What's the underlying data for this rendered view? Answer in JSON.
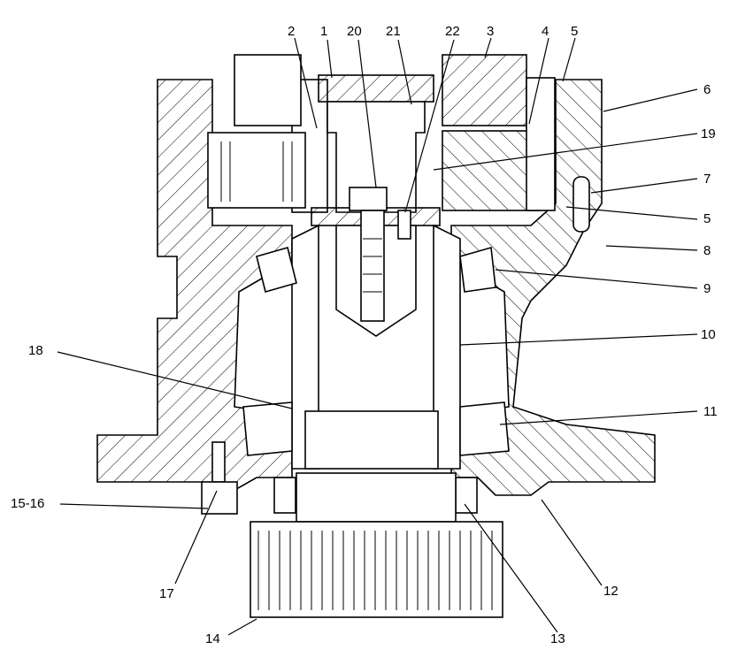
{
  "callouts": [
    {
      "label": "1"
    },
    {
      "label": "2"
    },
    {
      "label": "3"
    },
    {
      "label": "4"
    },
    {
      "label": "5"
    },
    {
      "label": "5"
    },
    {
      "label": "6"
    },
    {
      "label": "7"
    },
    {
      "label": "8"
    },
    {
      "label": "9"
    },
    {
      "label": "10"
    },
    {
      "label": "11"
    },
    {
      "label": "12"
    },
    {
      "label": "13"
    },
    {
      "label": "14"
    },
    {
      "label": "15-16"
    },
    {
      "label": "17"
    },
    {
      "label": "18"
    },
    {
      "label": "19"
    },
    {
      "label": "20"
    },
    {
      "label": "21"
    },
    {
      "label": "22"
    }
  ]
}
